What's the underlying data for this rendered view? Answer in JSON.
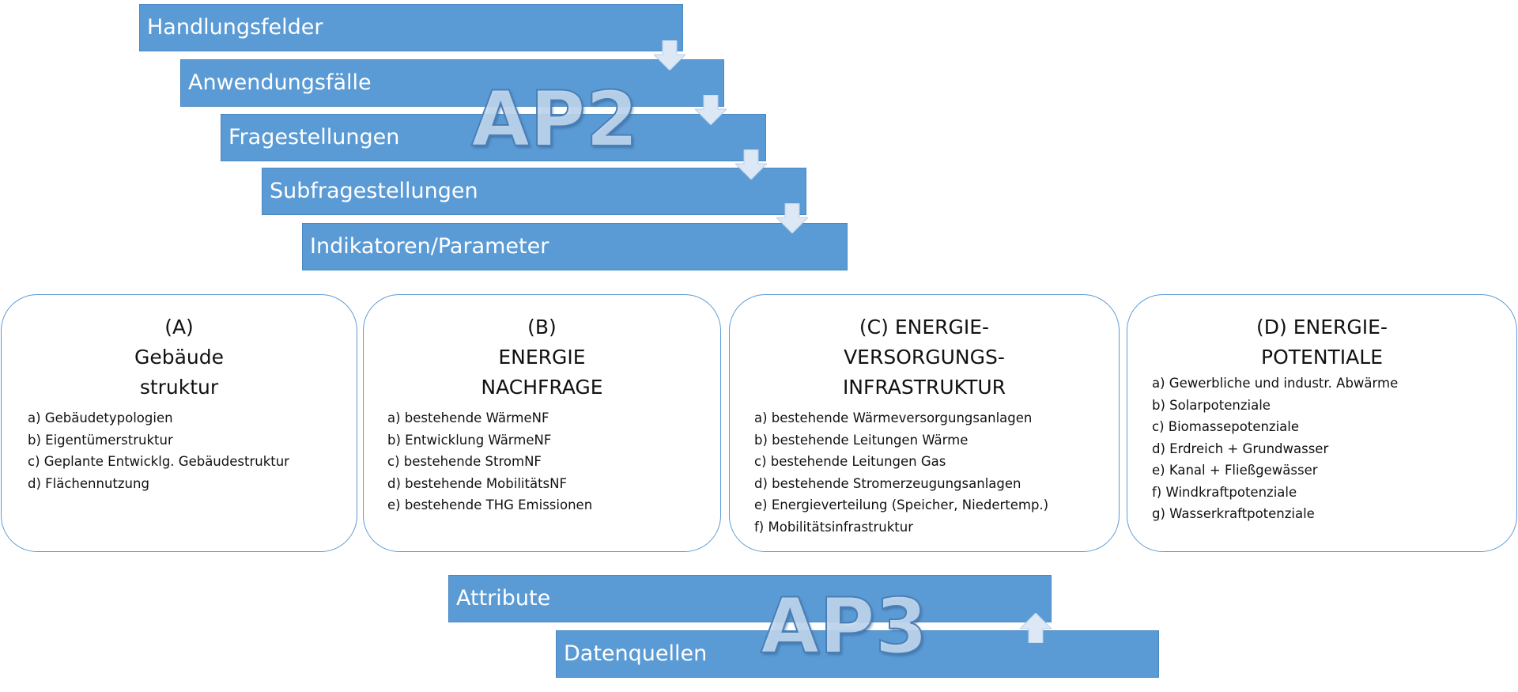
{
  "ap2": {
    "label": "AP2",
    "steps": [
      "Handlungsfelder",
      "Anwendungsfälle",
      "Fragestellungen",
      "Subfragestellungen",
      "Indikatoren/Parameter"
    ]
  },
  "categories": [
    {
      "title_lines": [
        "(A)",
        "Gebäude",
        "struktur"
      ],
      "items": [
        "a) Gebäudetypologien",
        "b) Eigentümerstruktur",
        "c) Geplante Entwicklg. Gebäudestruktur",
        "d) Flächennutzung"
      ]
    },
    {
      "title_lines": [
        "(B)",
        "ENERGIE",
        "NACHFRAGE"
      ],
      "items": [
        "a) bestehende  WärmeNF",
        "b) Entwicklung WärmeNF",
        "c) bestehende StromNF",
        "d) bestehende  MobilitätsNF",
        "e) bestehende  THG Emissionen"
      ]
    },
    {
      "title_lines": [
        "(C) ENERGIE-",
        "VERSORGUNGS-",
        "INFRASTRUKTUR"
      ],
      "items": [
        "a) bestehende  Wärmeversorgungsanlagen",
        "b) bestehende   Leitungen Wärme",
        "c) bestehende  Leitungen  Gas",
        "d) bestehende  Stromerzeugungsanlagen",
        "e) Energieverteilung (Speicher, Niedertemp.)",
        "f)  Mobilitätsinfrastruktur"
      ]
    },
    {
      "title_lines": [
        "(D) ENERGIE-",
        "POTENTIALE"
      ],
      "items": [
        "a) Gewerbliche und industr. Abwärme",
        "b) Solarpotenziale",
        "c) Biomassepotenziale",
        "d) Erdreich + Grundwasser",
        "e)  Kanal + Fließgewässer",
        "f) Windkraftpotenziale",
        "g)  Wasserkraftpotenziale"
      ]
    }
  ],
  "ap3": {
    "label": "AP3",
    "steps": [
      "Attribute",
      "Datenquellen"
    ]
  },
  "colors": {
    "box_fill": "#5b9bd5",
    "box_border": "#4a88c2",
    "arrow_fill": "#dce8f5",
    "card_border": "#5b9bd5"
  },
  "icons": [
    "arrow-down-icon",
    "arrow-up-icon"
  ]
}
